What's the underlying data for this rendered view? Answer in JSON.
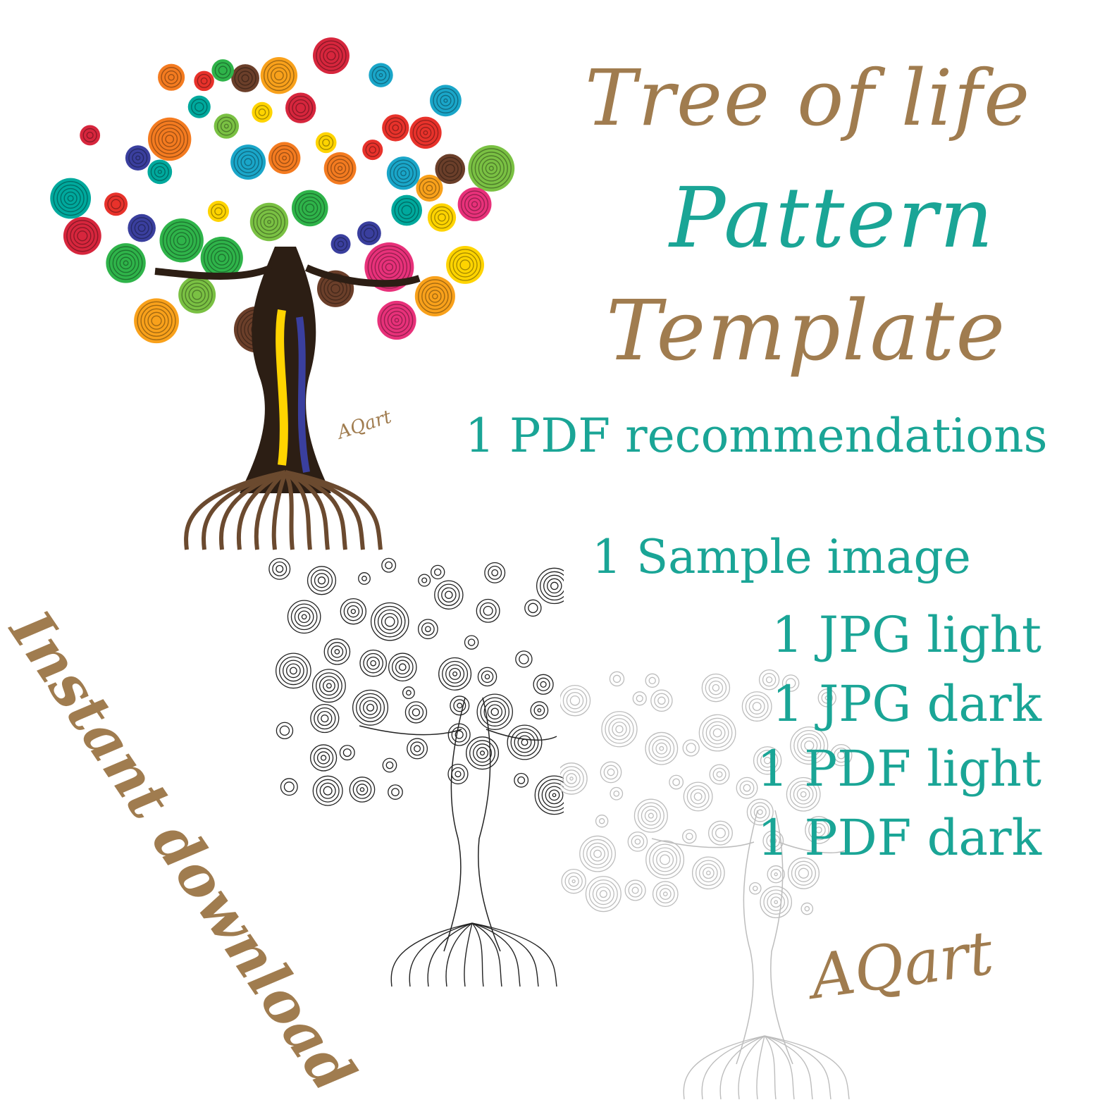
{
  "title": {
    "line1": "Tree of life",
    "line2": "Pattern",
    "line3": "Template"
  },
  "contents": {
    "pdf_recommendations": "1 PDF recommendations",
    "sample_image": "1 Sample image",
    "files": [
      "1 JPG light",
      "1 JPG dark",
      "1 PDF light",
      "1 PDF dark"
    ]
  },
  "instant_download": "Instant download",
  "signature": "AQart",
  "artwork_signature": "AQart",
  "colors": {
    "brown": "#a07c4f",
    "teal": "#1aa596"
  },
  "images": {
    "quilled_tree": "quilled-tree-of-life-colorful-spirals",
    "outline_dark": "tree-of-life-outline-pattern-dark",
    "outline_light": "tree-of-life-outline-pattern-light"
  }
}
